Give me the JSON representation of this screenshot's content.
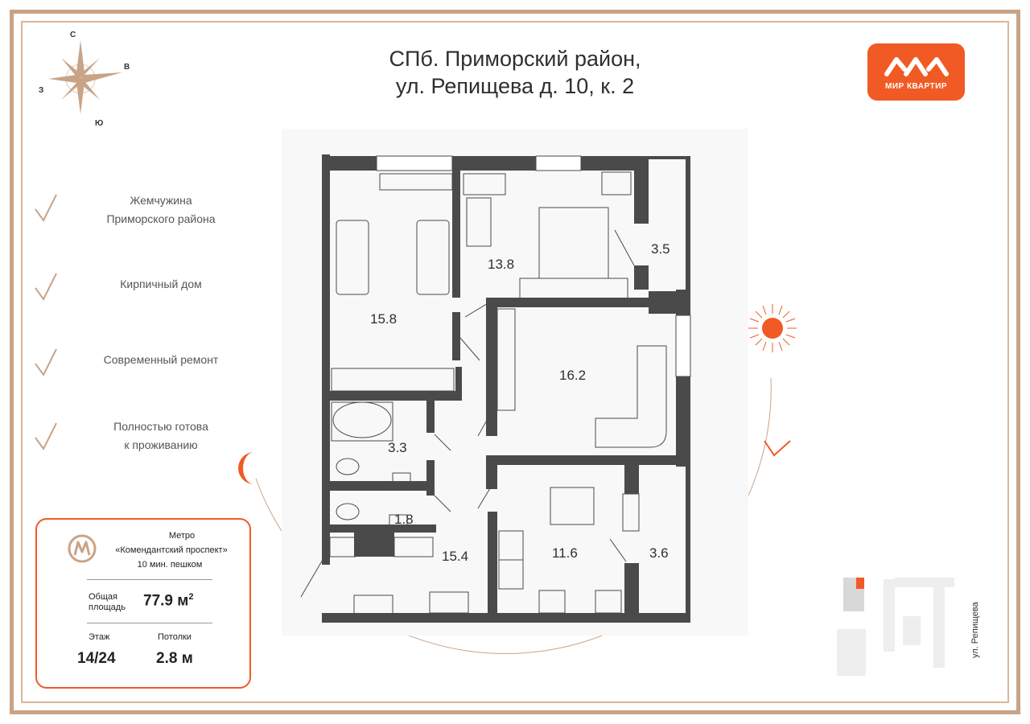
{
  "header": {
    "title_line1": "СПб. Приморский район,",
    "title_line2": "ул. Репищева д. 10, к. 2"
  },
  "logo": {
    "brand_name": "МИР КВАРТИР",
    "color": "#f15a24",
    "icon": "mir-kvartir-logo-icon"
  },
  "compass": {
    "north": "С",
    "east": "В",
    "west": "З",
    "south": "Ю"
  },
  "features": [
    {
      "line1": "Жемчужина",
      "line2": "Приморского района"
    },
    {
      "line1": "Кирпичный дом",
      "line2": ""
    },
    {
      "line1": "Современный ремонт",
      "line2": ""
    },
    {
      "line1": "Полностью готова",
      "line2": "к проживанию"
    }
  ],
  "info": {
    "metro_label": "Метро",
    "metro_name": "«Комендантский проспект»",
    "metro_walk": "10 мин. пешком",
    "area_label_line1": "Общая",
    "area_label_line2": "площадь",
    "area_value": "77.9 м",
    "area_unit_sup": "2",
    "floor_label": "Этаж",
    "floor_value": "14/24",
    "ceiling_label": "Потолки",
    "ceiling_value": "2.8 м"
  },
  "rooms": {
    "bedroom1": "15.8",
    "bedroom2": "13.8",
    "balcony1": "3.5",
    "living": "16.2",
    "bathroom": "3.3",
    "toilet": "1.8",
    "hall": "15.4",
    "kitchen": "11.6",
    "balcony2": "3.6"
  },
  "site_plan": {
    "street": "ул. Репищева"
  },
  "colors": {
    "accent": "#f15a24",
    "frame": "#c9a386",
    "walls": "#4a4a4a"
  }
}
